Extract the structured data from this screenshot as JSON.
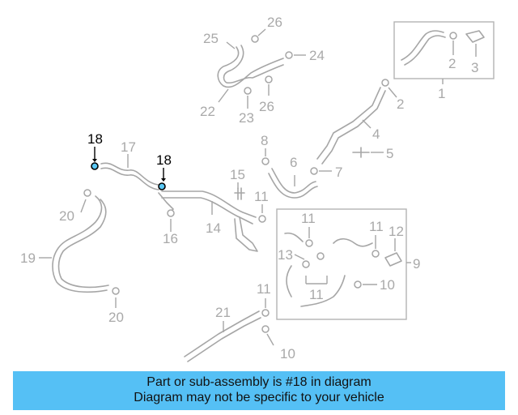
{
  "callouts": [
    "18",
    "17",
    "18",
    "19",
    "20",
    "20",
    "16",
    "15",
    "14",
    "11",
    "25",
    "26",
    "24",
    "22",
    "23",
    "26",
    "8",
    "6",
    "7",
    "5",
    "4",
    "2",
    "1",
    "2",
    "3",
    "11",
    "11",
    "12",
    "13",
    "9",
    "10",
    "11",
    "11",
    "21",
    "10"
  ],
  "highlight_part": "18",
  "highlight_color": "#5ac8f5",
  "banner": {
    "color": "#55c0f5",
    "line1": "Part or sub-assembly is #18 in diagram",
    "line2": "Diagram may not be specific to your vehicle"
  }
}
